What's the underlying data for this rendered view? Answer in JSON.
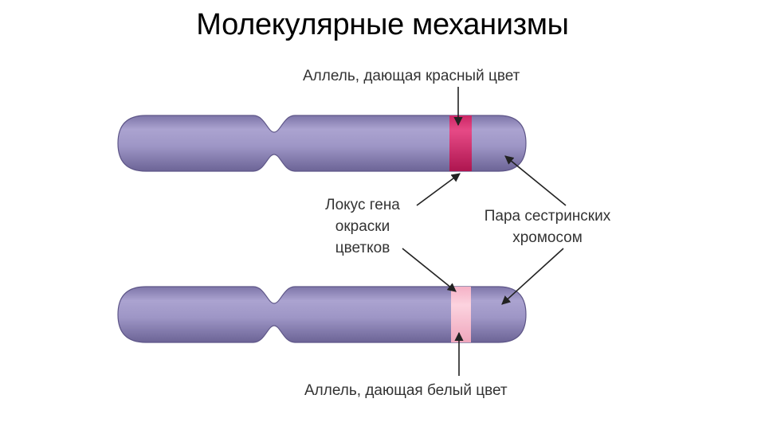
{
  "title": "Молекулярные механизмы",
  "labels": {
    "red_allele": "Аллель, дающая красный цвет",
    "white_allele": "Аллель, дающая белый цвет",
    "locus": [
      "Локус гена",
      "окраски",
      "цветков"
    ],
    "sisters": [
      "Пара сестринских",
      "хромосом"
    ]
  },
  "colors": {
    "chromosome": "#9a92c2",
    "chromosome_dark": "#6f6699",
    "band_red": "#d42a6e",
    "band_white": "#f5b8cb",
    "arrow": "#222222"
  }
}
